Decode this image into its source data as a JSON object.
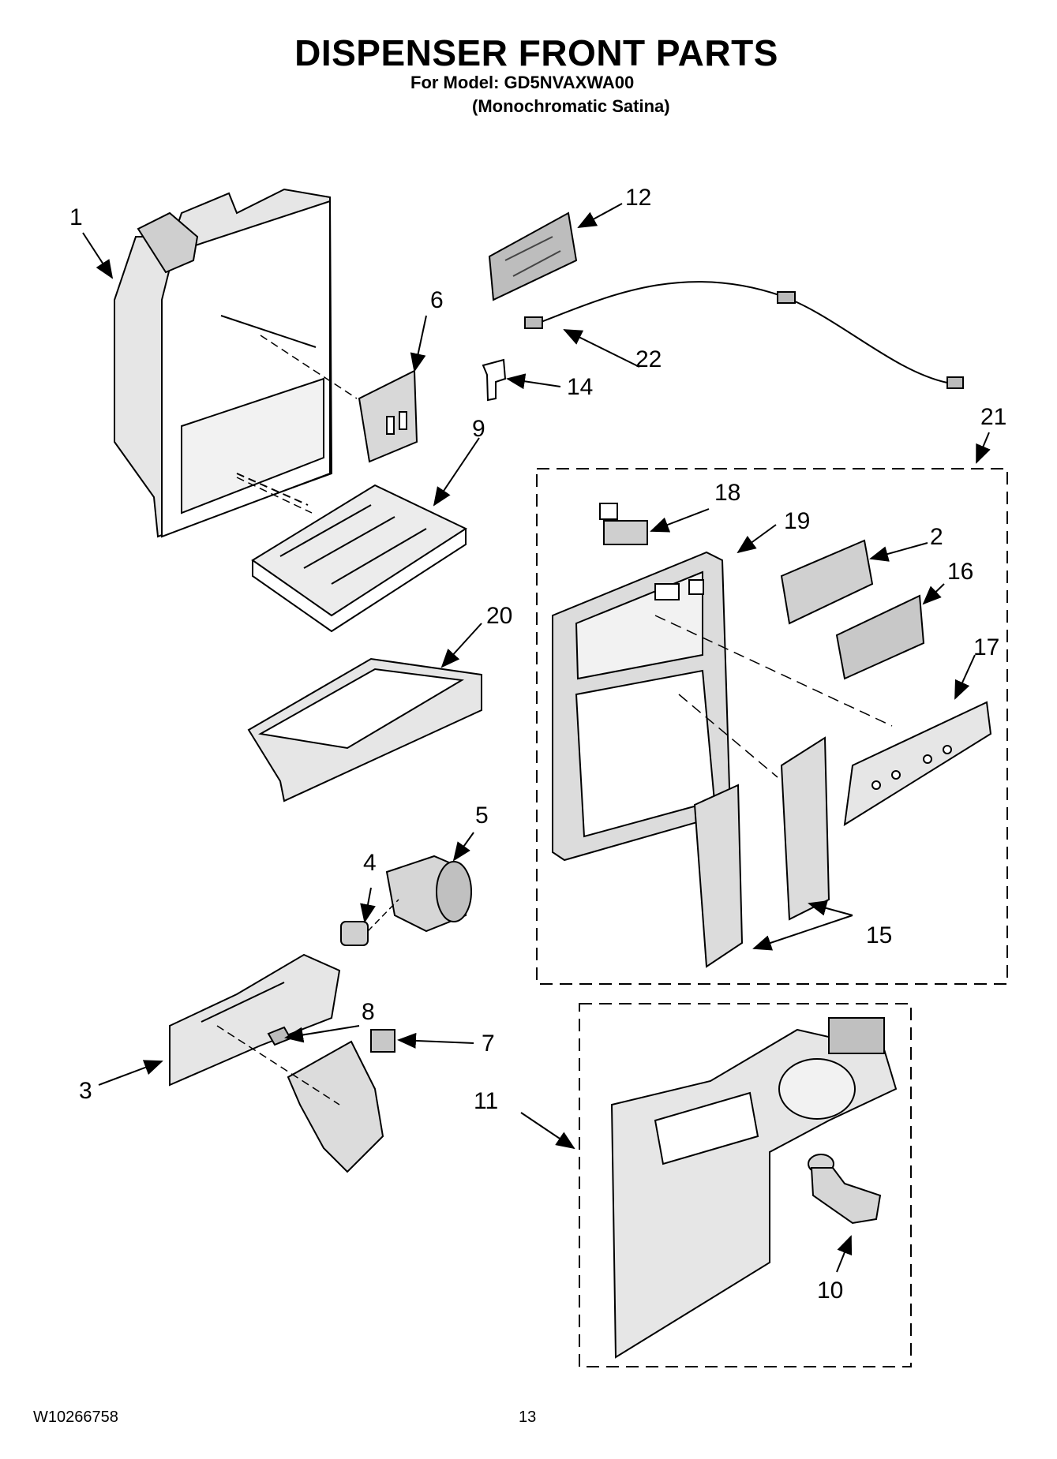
{
  "header": {
    "title": "DISPENSER FRONT PARTS",
    "model": "For Model: GD5NVAXWA00",
    "variant": "(Monochromatic Satina)"
  },
  "footer": {
    "doc_number": "W10266758",
    "page_number": "13"
  },
  "callouts": {
    "c1": "1",
    "c2": "2",
    "c3": "3",
    "c4": "4",
    "c5": "5",
    "c6": "6",
    "c7": "7",
    "c8": "8",
    "c9": "9",
    "c10": "10",
    "c11": "11",
    "c12": "12",
    "c14": "14",
    "c15": "15",
    "c16": "16",
    "c17": "17",
    "c18": "18",
    "c19": "19",
    "c20": "20",
    "c21": "21",
    "c22": "22"
  },
  "colors": {
    "ink": "#000000",
    "part_fill": "#e6e6e6",
    "part_dark": "#9a9a9a"
  }
}
